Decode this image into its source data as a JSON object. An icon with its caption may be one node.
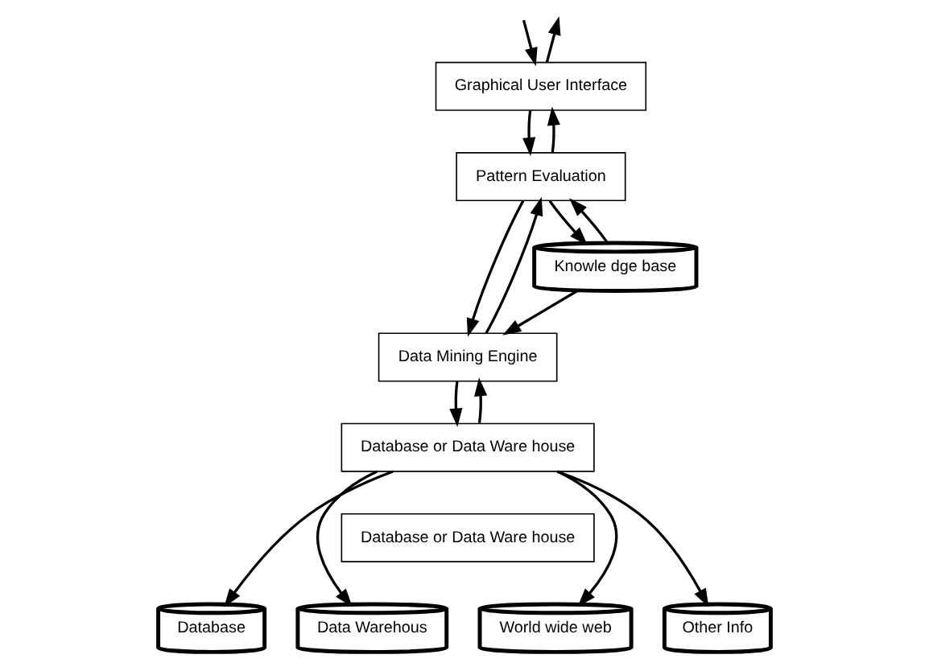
{
  "diagram": {
    "nodes": [
      {
        "text": [
          "Graphical User Interface"
        ]
      },
      {
        "text": [
          "Pattern Evaluation"
        ]
      },
      {
        "text": [
          "Data Mining Engine"
        ]
      },
      {
        "text": [
          "Database or Data Ware house"
        ]
      },
      {
        "text": [
          "Database or Data Ware house"
        ]
      },
      {
        "text": [
          "Knowle dge base"
        ]
      },
      {
        "text": [
          "Database"
        ]
      },
      {
        "text": [
          "Data Warehous"
        ]
      },
      {
        "text": [
          "World wide web"
        ]
      },
      {
        "text": [
          "Other Info"
        ]
      }
    ],
    "edges": [
      {
        "from": null,
        "to": 0,
        "arrow": "to"
      },
      {
        "from": 0,
        "to": null,
        "arrow": "to"
      },
      {
        "from": 0,
        "to": 1,
        "arrow": "to"
      },
      {
        "from": 1,
        "to": 0,
        "arrow": "to"
      },
      {
        "from": 1,
        "to": 2,
        "arrow": "to"
      },
      {
        "from": 2,
        "to": 1,
        "arrow": "to"
      },
      {
        "from": 2,
        "to": 3,
        "arrow": "to"
      },
      {
        "from": 3,
        "to": 2,
        "arrow": "to"
      },
      {
        "from": 1,
        "to": 5,
        "arrow": "to"
      },
      {
        "from": 5,
        "to": 1,
        "arrow": "to"
      },
      {
        "from": 5,
        "to": 2,
        "arrow": "to"
      },
      {
        "from": 3,
        "to": 6,
        "arrow": "to"
      },
      {
        "from": 3,
        "to": 7,
        "arrow": "to"
      },
      {
        "from": 3,
        "to": 8,
        "arrow": "to"
      },
      {
        "from": 3,
        "to": 9,
        "arrow": "to"
      }
    ]
  }
}
